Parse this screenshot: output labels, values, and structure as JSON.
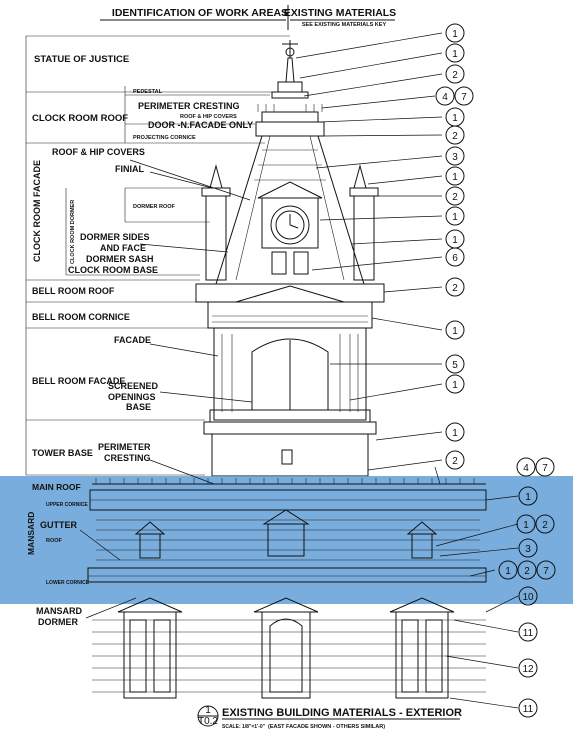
{
  "header": {
    "left_title": "IDENTIFICATION OF WORK AREAS",
    "right_title": "EXISTING MATERIALS",
    "right_subtitle": "SEE EXISTING MATERIALS KEY"
  },
  "zones": {
    "statue": "STATUE OF JUSTICE",
    "clock_room_roof": "CLOCK ROOM ROOF",
    "clock_room_facade": "CLOCK ROOM FACADE",
    "clock_room_dormer": "CLOCK ROOM DORMER",
    "bell_room_roof": "BELL ROOM ROOF",
    "bell_room_cornice": "BELL ROOM CORNICE",
    "bell_room_facade": "BELL ROOM FACADE",
    "tower_base": "TOWER BASE",
    "main_roof": "MAIN ROOF",
    "mansard": "MANSARD",
    "upper_cornice": "UPPER CORNICE",
    "roof": "ROOF",
    "lower_cornice": "LOWER CORNICE"
  },
  "small_labels": {
    "pedestal": "PEDESTAL",
    "roof_hip_covers_small": "ROOF & HIP COVERS",
    "projecting_cornice": "PROJECTING CORNICE",
    "dormer_roof": "DORMER ROOF"
  },
  "callouts": {
    "perimeter_cresting_1": "PERIMETER CRESTING",
    "door_n_facade": "DOOR -N.FACADE ONLY",
    "roof_hip_covers": "ROOF & HIP COVERS",
    "finial": "FINIAL",
    "dormer_sides": "DORMER SIDES",
    "and_face": "AND FACE",
    "dormer_sash": "DORMER SASH",
    "clock_room_base": "CLOCK ROOM BASE",
    "facade": "FACADE",
    "screened": "SCREENED",
    "openings": "OPENINGS",
    "base": "BASE",
    "perimeter": "PERIMETER",
    "cresting": "CRESTING",
    "gutter": "GUTTER",
    "mansard": "MANSARD",
    "dormer": "DORMER"
  },
  "keys": [
    "1",
    "1",
    "2",
    "4",
    "7",
    "1",
    "2",
    "3",
    "1",
    "2",
    "1",
    "1",
    "6",
    "2",
    "1",
    "5",
    "1",
    "1",
    "2",
    "4",
    "7",
    "1",
    "1",
    "2",
    "3",
    "1",
    "2",
    "7",
    "10",
    "11",
    "12",
    "11"
  ],
  "caption": {
    "number": "1",
    "sheet": "T0.2",
    "title": "EXISTING BUILDING MATERIALS - EXTERIOR",
    "scale": "SCALE: 1/8\"=1'-0\"",
    "note": "(EAST FACADE SHOWN - OTHERS SIMILAR)"
  },
  "colors": {
    "highlight": "#5b9bd5",
    "line": "#111111"
  }
}
